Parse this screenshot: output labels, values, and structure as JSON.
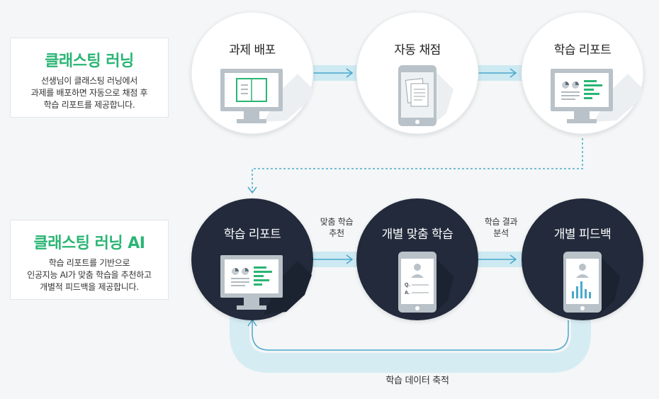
{
  "top_box": {
    "title": "클래스팅 러닝",
    "lines": [
      "선생님이 클래스팅 러닝에서",
      "과제를 배포하면 자동으로 채점 후",
      "학습 리포트를 제공합니다."
    ]
  },
  "bottom_box": {
    "title": "클래스팅 러닝 AI",
    "lines": [
      "학습 리포트를 기반으로",
      "인공지능 AI가 맞춤 학습을 추천하고",
      "개별적 피드백을 제공합니다."
    ]
  },
  "nodes": {
    "top": [
      "과제 배포",
      "자동 채점",
      "학습 리포트"
    ],
    "bottom": [
      "학습 리포트",
      "개별 맞춤 학습",
      "개별 피드백"
    ]
  },
  "edge_labels": {
    "recommend": [
      "맞춤 학습",
      "추천"
    ],
    "analysis": [
      "학습 결과",
      "분석"
    ]
  },
  "loop_label": "학습 데이터 축적",
  "icons": {
    "mark_q": "Q.",
    "mark_a": "A."
  },
  "colors": {
    "accent_green": "#2ab574",
    "dark_circle": "#232b3a",
    "light_circle": "#ffffff",
    "connector": "#bfe2ee",
    "arrow": "#4aa8cc"
  }
}
